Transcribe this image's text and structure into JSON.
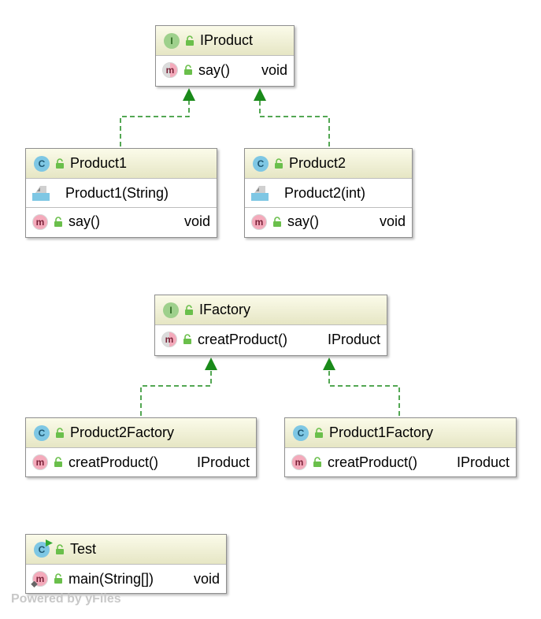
{
  "nodes": {
    "iproduct": {
      "kind": "I",
      "title": "IProduct",
      "methods": [
        {
          "name": "say()",
          "type": "void"
        }
      ]
    },
    "product1": {
      "kind": "C",
      "title": "Product1",
      "ctor": "Product1(String)",
      "methods": [
        {
          "name": "say()",
          "type": "void"
        }
      ]
    },
    "product2": {
      "kind": "C",
      "title": "Product2",
      "ctor": "Product2(int)",
      "methods": [
        {
          "name": "say()",
          "type": "void"
        }
      ]
    },
    "ifactory": {
      "kind": "I",
      "title": "IFactory",
      "methods": [
        {
          "name": "creatProduct()",
          "type": "IProduct"
        }
      ]
    },
    "product2factory": {
      "kind": "C",
      "title": "Product2Factory",
      "methods": [
        {
          "name": "creatProduct()",
          "type": "IProduct"
        }
      ]
    },
    "product1factory": {
      "kind": "C",
      "title": "Product1Factory",
      "methods": [
        {
          "name": "creatProduct()",
          "type": "IProduct"
        }
      ]
    },
    "test": {
      "kind": "C",
      "title": "Test",
      "methods": [
        {
          "name": "main(String[])",
          "type": "void"
        }
      ]
    }
  },
  "badges": {
    "interface": "I",
    "class": "C",
    "method": "m"
  },
  "colors": {
    "arrow": "#1a8a1a",
    "header_top": "#fbfbea",
    "header_bottom": "#e6e6c4",
    "interface_badge": "#9ed08c",
    "class_badge": "#7ec7e4",
    "method_badge": "#f4aabb",
    "lock": "#6abf4b"
  },
  "watermark": "Powered by yFiles"
}
